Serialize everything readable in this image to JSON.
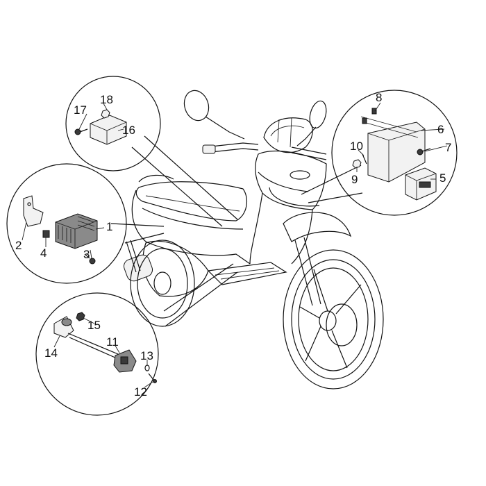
{
  "callouts": [
    {
      "number": "1"
    },
    {
      "number": "2"
    },
    {
      "number": "3"
    },
    {
      "number": "4"
    },
    {
      "number": "5"
    },
    {
      "number": "6"
    },
    {
      "number": "7"
    },
    {
      "number": "8"
    },
    {
      "number": "9"
    },
    {
      "number": "10"
    },
    {
      "number": "11"
    },
    {
      "number": "12"
    },
    {
      "number": "13"
    },
    {
      "number": "14"
    },
    {
      "number": "15"
    },
    {
      "number": "16"
    },
    {
      "number": "17"
    },
    {
      "number": "18"
    }
  ],
  "colors": {
    "line": "#111111",
    "background": "#ffffff",
    "part_fill": "#f2f2f2",
    "dark_fill": "#3a3a3a"
  }
}
